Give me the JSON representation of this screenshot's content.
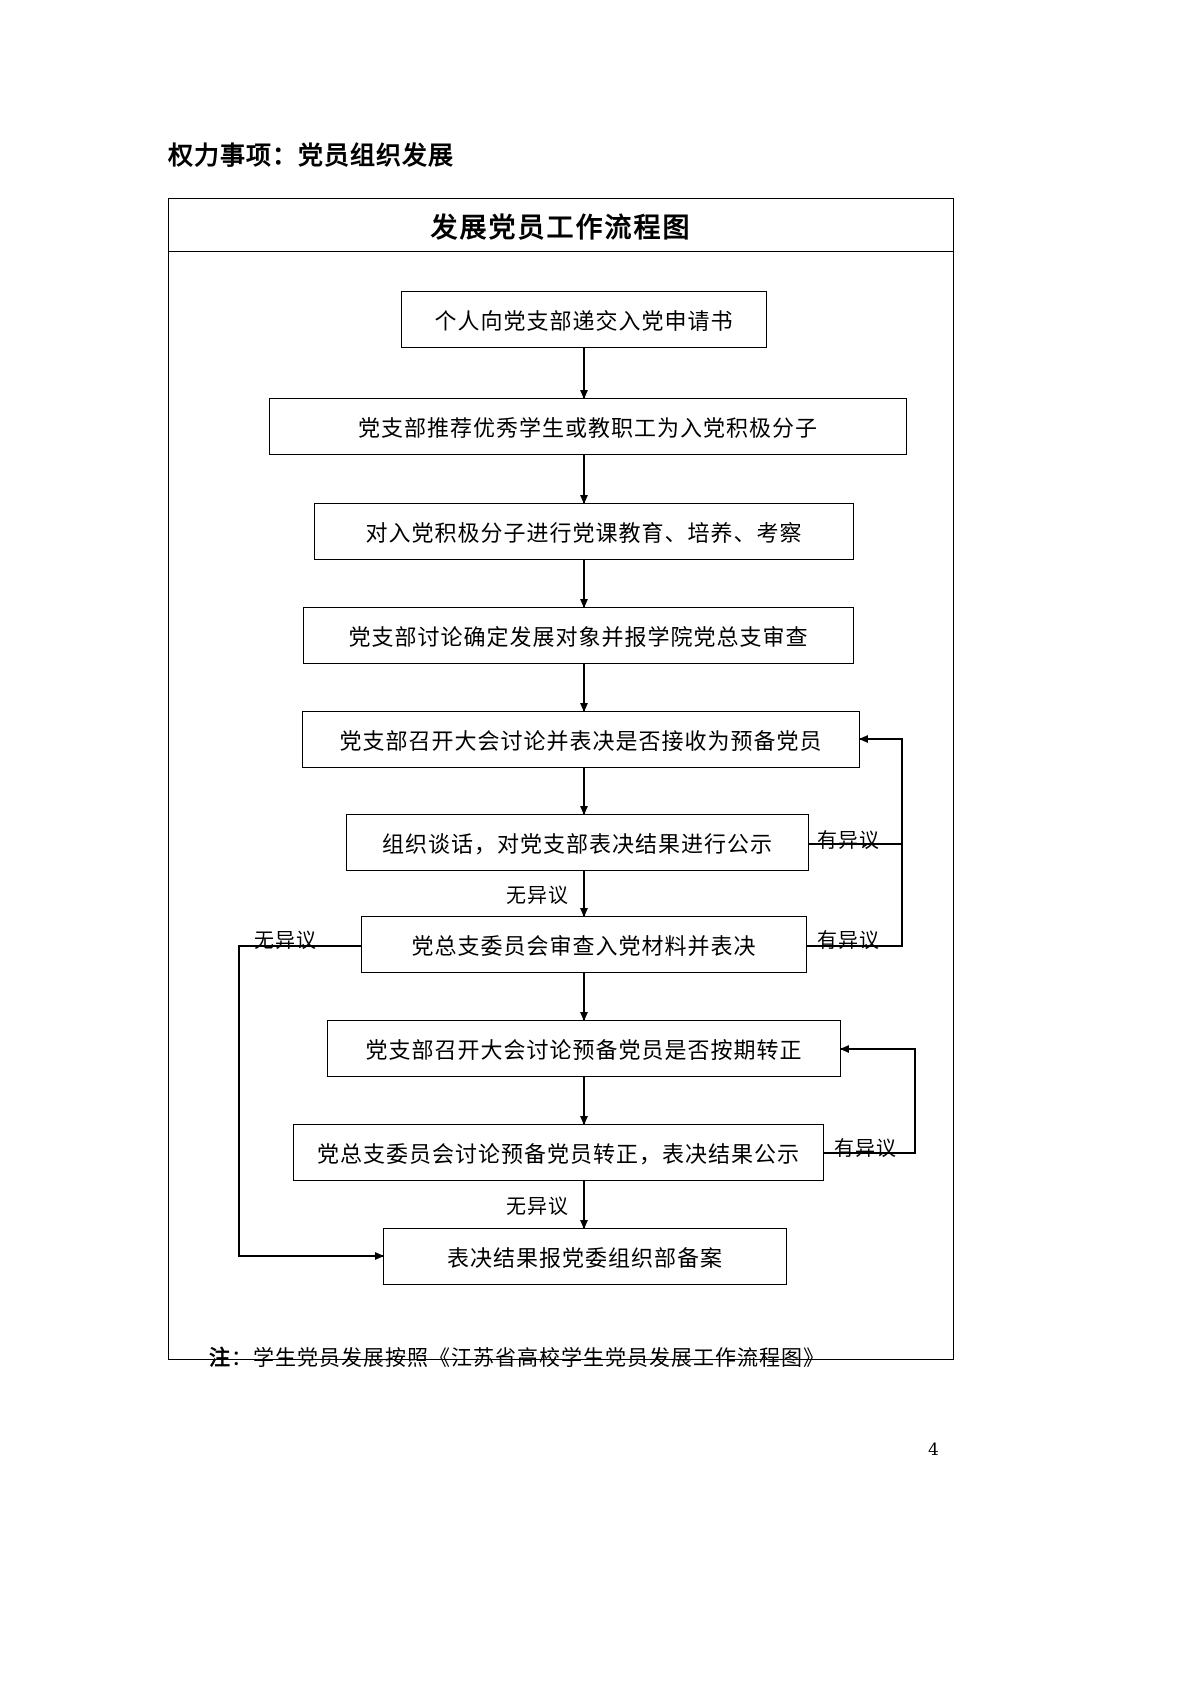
{
  "document": {
    "heading": "权力事项：党员组织发展",
    "page_number": "4"
  },
  "chart_data": {
    "type": "diagram",
    "title": "发展党员工作流程图",
    "nodes": [
      {
        "id": "n1",
        "label": "个人向党支部递交入党申请书"
      },
      {
        "id": "n2",
        "label": "党支部推荐优秀学生或教职工为入党积极分子"
      },
      {
        "id": "n3",
        "label": "对入党积极分子进行党课教育、培养、考察"
      },
      {
        "id": "n4",
        "label": "党支部讨论确定发展对象并报学院党总支审查"
      },
      {
        "id": "n5",
        "label": "党支部召开大会讨论并表决是否接收为预备党员"
      },
      {
        "id": "n6",
        "label": "组织谈话，对党支部表决结果进行公示"
      },
      {
        "id": "n7",
        "label": "党总支委员会审查入党材料并表决"
      },
      {
        "id": "n8",
        "label": "党支部召开大会讨论预备党员是否按期转正"
      },
      {
        "id": "n9",
        "label": "党总支委员会讨论预备党员转正，表决结果公示"
      },
      {
        "id": "n10",
        "label": "表决结果报党委组织部备案"
      }
    ],
    "edge_labels": [
      {
        "id": "e1",
        "label": "有异议",
        "from": "n6",
        "to": "n5"
      },
      {
        "id": "e2",
        "label": "无异议",
        "from": "n6",
        "to": "n7"
      },
      {
        "id": "e3",
        "label": "无异议",
        "from": "n7",
        "to": "n10"
      },
      {
        "id": "e4",
        "label": "有异议",
        "from": "n7",
        "to": "n5"
      },
      {
        "id": "e5",
        "label": "有异议",
        "from": "n9",
        "to": "n8"
      },
      {
        "id": "e6",
        "label": "无异议",
        "from": "n9",
        "to": "n10"
      }
    ],
    "note": {
      "prefix": "注",
      "separator": "：",
      "text": "学生党员发展按照《江苏省高校学生党员发展工作流程图》"
    }
  }
}
